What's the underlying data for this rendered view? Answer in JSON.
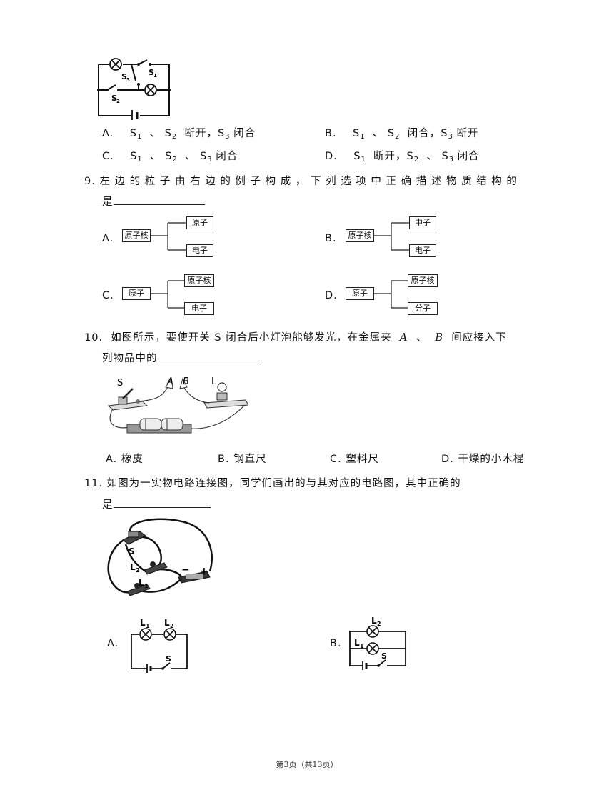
{
  "q8": {
    "figure_labels": {
      "s1": "S",
      "s1_sub": "1",
      "s2": "S",
      "s2_sub": "2",
      "s3": "S",
      "s3_sub": "3"
    },
    "options": {
      "a_letter": "A.",
      "a_s1": "S",
      "a_s1_sub": "1",
      "a_sep1": "、",
      "a_s2": "S",
      "a_s2_sub": "2",
      "a_mid": "断开，S",
      "a_s3_sub": "3",
      "a_end": "闭合",
      "b_letter": "B.",
      "b_s1": "S",
      "b_s1_sub": "1",
      "b_sep1": "、",
      "b_s2": "S",
      "b_s2_sub": "2",
      "b_mid": "闭合，S",
      "b_s3_sub": "3",
      "b_end": "断开",
      "c_letter": "C.",
      "c_s1": "S",
      "c_s1_sub": "1",
      "c_sep1": "、",
      "c_s2": "S",
      "c_s2_sub": "2",
      "c_sep2": "、",
      "c_s3": "S",
      "c_s3_sub": "3",
      "c_end": "闭合",
      "d_letter": "D.",
      "d_s1": "S",
      "d_s1_sub": "1",
      "d_mid": "断开，S",
      "d_s2_sub": "2",
      "d_sep": "、",
      "d_s3": "S",
      "d_s3_sub": "3",
      "d_end": "闭合"
    }
  },
  "q9": {
    "number": "9.",
    "line1": "左 边 的 粒 子 由 右 边 的 例 子 构 成 ， 下 列 选 项 中 正 确 描 述 物 质 结 构 的",
    "line2": "是",
    "options": [
      {
        "letter": "A.",
        "left": "原子核",
        "top": "原子",
        "bottom": "电子"
      },
      {
        "letter": "B.",
        "left": "原子核",
        "top": "中子",
        "bottom": "电子"
      },
      {
        "letter": "C.",
        "left": "原子",
        "top": "原子核",
        "bottom": "电子"
      },
      {
        "letter": "D.",
        "left": "原子",
        "top": "原子核",
        "bottom": "分子"
      }
    ]
  },
  "q10": {
    "number": "10.",
    "line1": "如图所示，要使开关 S 闭合后小灯泡能够发光，在金属夹",
    "a": "A",
    "sep": "、",
    "b": "B",
    "line1_end": "间应接入下",
    "line2": "列物品中的",
    "figure_labels": {
      "s": "S",
      "a": "A",
      "b": "B",
      "l": "L"
    },
    "options": [
      {
        "letter": "A.",
        "text": "橡皮"
      },
      {
        "letter": "B.",
        "text": "钢直尺"
      },
      {
        "letter": "C.",
        "text": "塑料尺"
      },
      {
        "letter": "D.",
        "text": "干燥的小木棍"
      }
    ]
  },
  "q11": {
    "number": "11.",
    "line1": "如图为一实物电路连接图，同学们画出的与其对应的电路图，其中正确的",
    "line2": "是",
    "figure_labels": {
      "s": "S",
      "l2": "L",
      "l2_sub": "2",
      "l1": "L",
      "l1_sub": "1",
      "minus": "−",
      "plus": "+"
    },
    "options": [
      {
        "letter": "A.",
        "l1": "L",
        "l1_sub": "1",
        "l2": "L",
        "l2_sub": "2",
        "s": "S"
      },
      {
        "letter": "B.",
        "l1": "L",
        "l1_sub": "1",
        "l2": "L",
        "l2_sub": "2",
        "s": "S"
      }
    ]
  },
  "footer": {
    "text": "第3页（共13页）"
  }
}
